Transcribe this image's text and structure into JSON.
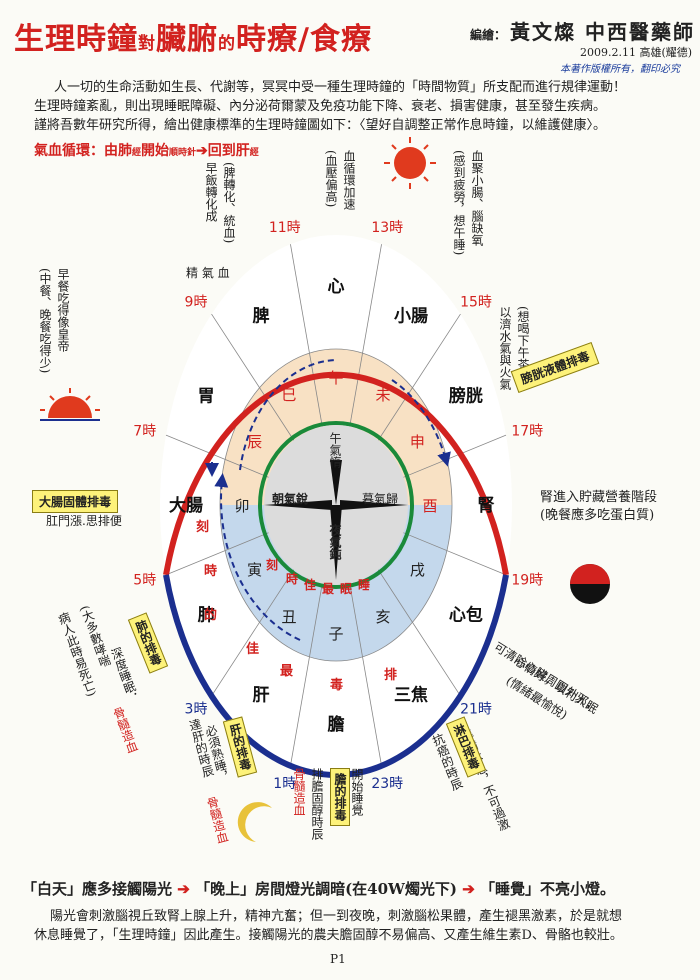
{
  "header": {
    "title_a": "生理時鐘",
    "title_b": "對",
    "title_c": "臟腑",
    "title_d": "的",
    "title_e": "時療/食療",
    "editor_label": "編繪：",
    "editor_name": "黃文燦 中西醫藥師",
    "date": "2009.2.11 高雄(耀德)",
    "copyright": "本著作版權所有，翻印必究"
  },
  "intro": {
    "line1": "人一切的生命活動如生長、代謝等，冥冥中受一種生理時鐘的「時間物質」所支配而進行規律運動！",
    "line2": "生理時鐘紊亂，則出現睡眠障礙、內分泌荷爾蒙及免疫功能下降、衰老、損害健康，甚至發生疾病。",
    "line3": "謹將吾數年研究所得，繪出健康標準的生理時鐘圖如下：〈望好自調整正常作息時鐘，以維護健康〉。"
  },
  "circulation": {
    "a": "氣血循環：由肺",
    "b": "經",
    "c": "開始",
    "d": "順時針",
    "e": "回到肝",
    "f": "經"
  },
  "hours": [
    "11時",
    "13時",
    "15時",
    "17時",
    "19時",
    "21時",
    "23時",
    "1時",
    "3時",
    "5時",
    "7時",
    "9時"
  ],
  "organs": [
    "心",
    "小腸",
    "膀胱",
    "腎",
    "心包",
    "三焦",
    "膽",
    "肝",
    "肺",
    "大腸",
    "胃",
    "脾"
  ],
  "branches": [
    "午",
    "未",
    "申",
    "酉",
    "戌",
    "亥",
    "子",
    "丑",
    "寅",
    "卯",
    "辰",
    "巳"
  ],
  "center": {
    "noon": "午氣惰",
    "evening": "暮氣歸",
    "night": "夜氣鈍",
    "morning": "朝氣銳"
  },
  "inner_arc_text": [
    "刻",
    "時",
    "的",
    "佳",
    "最",
    "毒",
    "排"
  ],
  "inner_arc_text2": [
    "刻",
    "時",
    "佳",
    "最",
    "眠",
    "睡"
  ],
  "annotations": {
    "blood_circ": "血循環加速",
    "blood_press": "(血壓偏高)",
    "small_intestine": "血聚小腸、腦缺氧",
    "tired": "(感到疲勞，想午睡)",
    "spleen": "(脾轉化、統血)",
    "breakfast": "早飯轉化成",
    "essence": "精 氣 血",
    "afternoon_tea": "(想喝下午茶)",
    "water_fire": "以濟水氣與火氣",
    "stomach_a": "早餐吃得像皇帝",
    "stomach_b": "(中餐、晚餐吃得少)",
    "kidney_a": "腎進入貯藏營養階段",
    "kidney_b": "(晚餐應多吃蛋白質)",
    "large_int": "肛門漲.思排便",
    "pericardium_a": "可清除心臟周圍外邪，",
    "pericardium_b": "心情好，以利入眠",
    "pericardium_c": "(情緒最愉悅)",
    "lung_a": "(大多數哮喘",
    "lung_b": "病人此時易死亡)",
    "lung_c": "深度睡眠．",
    "lung_d": "骨髓造血",
    "liver_a": "必須熟睡，",
    "liver_b": "骨髓造血",
    "liver_c": "達肝的時辰",
    "gall_a": "開始睡覺",
    "gall_b": "排膽固醇時辰",
    "gall_c": "骨髓造血",
    "triple_a": "準備休息，不可過激",
    "triple_b": "抗癌的時辰"
  },
  "callouts": {
    "bladder": "膀胱液體排毒",
    "large_intestine": "大腸固體排毒",
    "lung": "肺的排毒",
    "liver": "肝的排毒",
    "gall": "膽的排毒",
    "triple": "淋巴排毒"
  },
  "bottom": {
    "day": "「白天」應多接觸陽光",
    "night": "「晚上」房間燈光調暗(在40W燭光下)",
    "sleep": "「睡覺」不亮小燈。",
    "arrow": "➔",
    "p1": "陽光會刺激腦視丘致腎上腺上升，精神亢奮；但一到夜晚，刺激腦松果體，產生褪黑激素，於是就想",
    "p2": "休息睡覺了，「生理時鐘」因此產生。接觸陽光的農夫膽固醇不易偏高、又產生維生素D、骨骼也較壯。",
    "page": "P1"
  },
  "colors": {
    "red": "#d2221f",
    "blue": "#1b2f8f",
    "green": "#1a8a3a",
    "peach": "#f8e1c4",
    "lightblue": "#c4d8ec",
    "yellow": "#fdf27a"
  }
}
